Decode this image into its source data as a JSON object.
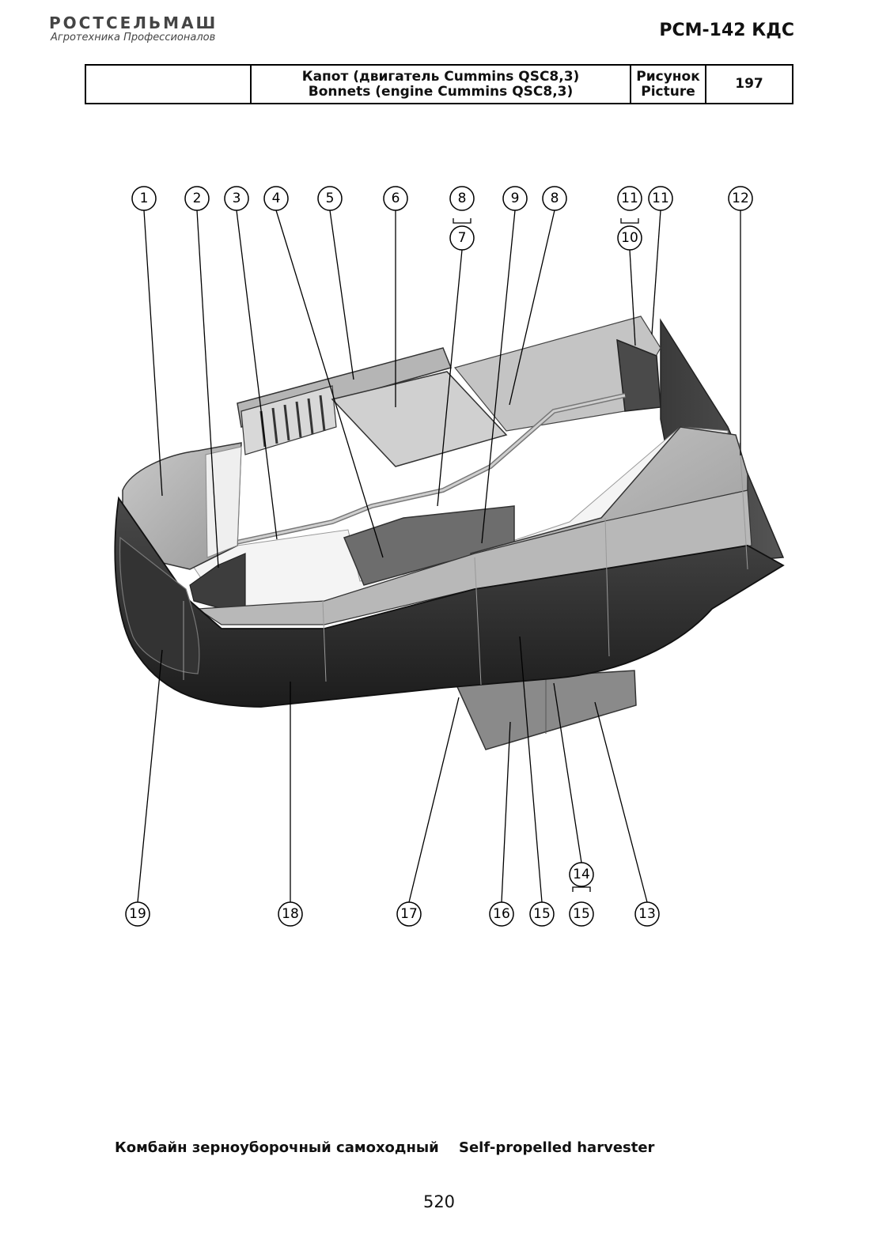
{
  "header": {
    "brand": "РОСТСЕЛЬМАШ",
    "tagline": "Агротехника Профессионалов",
    "model": "РСМ-142 КДС"
  },
  "title_block": {
    "empty_cell": "",
    "title_ru": "Капот (двигатель Cummins QSC8,3)",
    "title_en": "Bonnets (engine Cummins QSC8,3)",
    "picture_ru": "Рисунок",
    "picture_en": "Picture",
    "picture_number": "197"
  },
  "callouts_top": [
    "1",
    "2",
    "3",
    "4",
    "5",
    "6",
    "8",
    "7",
    "9",
    "8",
    "11",
    "10",
    "11",
    "12"
  ],
  "callouts_bottom": [
    "19",
    "18",
    "17",
    "16",
    "15",
    "14",
    "15",
    "13"
  ],
  "footer": {
    "left": "Комбайн зерноуборочный самоходный",
    "right": "Self-propelled harvester"
  },
  "page_number": "520"
}
